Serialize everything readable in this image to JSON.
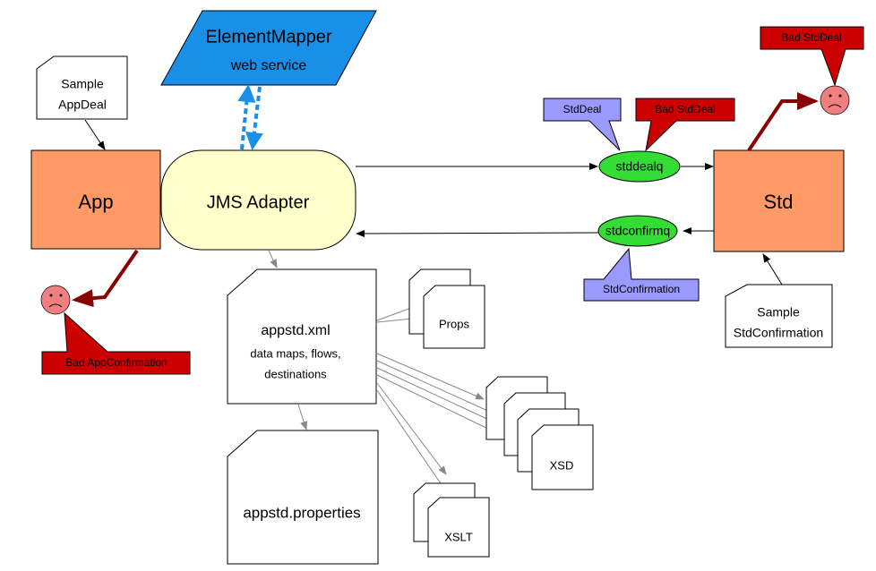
{
  "colors": {
    "component": "#ff9966",
    "adapter": "#ffffcc",
    "service": "#1a8fe8",
    "queue": "#33dd33",
    "message": "#9999ff",
    "error": "#cc0000",
    "error_line": "#880000",
    "sad_face": "#f08080",
    "flow_arrow": "#888888"
  },
  "element_mapper": {
    "title": "ElementMapper",
    "subtitle": "web service"
  },
  "sample_appdeal": {
    "line1": "Sample",
    "line2": "AppDeal"
  },
  "app": {
    "label": "App"
  },
  "jms_adapter": {
    "label": "JMS Adapter"
  },
  "stddealq": {
    "label": "stddealq"
  },
  "stdconfirmq": {
    "label": "stdconfirmq"
  },
  "std": {
    "label": "Std"
  },
  "callouts": {
    "std_deal": "StdDeal",
    "bad_std_deal_queue": "Bad StdDeal",
    "bad_std_deal": "Bad StdDeal",
    "std_confirmation": "StdConfirmation",
    "bad_app_confirmation": "Bad AppConfirmation"
  },
  "sample_stdconfirmation": {
    "line1": "Sample",
    "line2": "StdConfirmation"
  },
  "appstd_xml": {
    "title": "appstd.xml",
    "line1": "data maps, flows,",
    "line2": "destinations"
  },
  "appstd_properties": {
    "label": "appstd.properties"
  },
  "props": {
    "label": "Props"
  },
  "xsd": {
    "label": "XSD"
  },
  "xslt": {
    "label": "XSLT"
  }
}
